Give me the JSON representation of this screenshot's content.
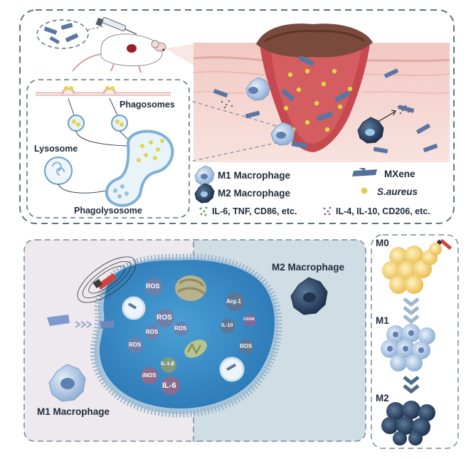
{
  "top_panel": {
    "inset": {
      "phagosomes": "Phagosomes",
      "lysosome": "Lysosome",
      "phagolysosome": "Phagolysosome"
    },
    "legend": {
      "m1": "M1 Macrophage",
      "m2": "M2 Macrophage",
      "mxene": "MXene",
      "saureus": "S.aureus",
      "m1_markers": "IL-6, TNF, CD86, etc.",
      "m2_markers": "IL-4, IL-10, CD206, etc."
    }
  },
  "bottom_panel": {
    "m1_label": "M1 Macrophage",
    "m2_label": "M2 Macrophage",
    "cell_labels": {
      "ros1": "ROS",
      "ros2": "ROS",
      "ros3": "ROS",
      "ros4": "ROS",
      "ros5": "ROS",
      "ros6": "ROS",
      "il1b": "IL-1-β",
      "inos": "iNOS",
      "il6": "IL-6",
      "arg1": "Arg-1",
      "cd206": "CD206",
      "il10": "IL-10"
    }
  },
  "side_panel": {
    "m0": "M0",
    "m1": "M1",
    "m2": "M2"
  },
  "colors": {
    "dashed_border": "#5f7480",
    "m1_panel": "#ede9ee",
    "m2_panel": "#cddde4",
    "skin_pink": "#f6d6d3",
    "wound_red": "#c94d52",
    "m1_cell": "#b8cde6",
    "m2_cell": "#2f4a66",
    "bacteria": "#d9d24a",
    "mxene": "#556f99"
  }
}
